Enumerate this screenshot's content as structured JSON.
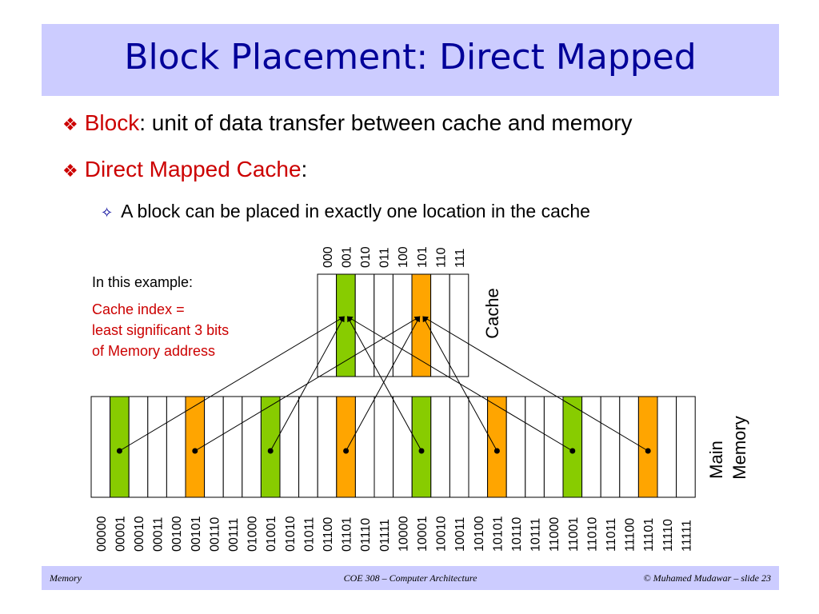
{
  "slide": {
    "title": "Block Placement: Direct Mapped",
    "bullets": [
      {
        "highlight": "Block",
        "rest": ": unit of data transfer between cache and memory"
      },
      {
        "highlight": "Direct Mapped Cache",
        "rest": ":"
      }
    ],
    "sub_bullet": "A block can be placed in exactly one location in the cache",
    "note": {
      "intro": "In this example:",
      "lines": [
        "Cache index =",
        "least significant 3 bits",
        "of Memory address"
      ]
    }
  },
  "diagram": {
    "cache_label": "Cache",
    "memory_label_lines": [
      "Main",
      "Memory"
    ],
    "cache_indices": [
      "000",
      "001",
      "010",
      "011",
      "100",
      "101",
      "110",
      "111"
    ],
    "memory_addresses": [
      "00000",
      "00001",
      "00010",
      "00011",
      "00100",
      "00101",
      "00110",
      "00111",
      "01000",
      "01001",
      "01010",
      "01011",
      "01100",
      "01101",
      "01110",
      "01111",
      "10000",
      "10001",
      "10010",
      "10011",
      "10100",
      "10101",
      "10110",
      "10111",
      "11000",
      "11001",
      "11010",
      "11011",
      "11100",
      "11101",
      "11110",
      "11111"
    ],
    "highlighted_cache": [
      {
        "index": 1,
        "color": "green"
      },
      {
        "index": 5,
        "color": "orange"
      }
    ],
    "mapping_blocks": [
      1,
      5,
      9,
      13,
      17,
      21,
      25,
      29
    ]
  },
  "colors": {
    "green": "#88cc00",
    "orange": "#ffa500",
    "title_bg": "#ccccff",
    "title_text": "#000099",
    "highlight": "#cc0000"
  },
  "footer": {
    "left": "Memory",
    "center": "COE 308 – Computer Architecture",
    "right": "© Muhamed Mudawar – slide 23"
  }
}
